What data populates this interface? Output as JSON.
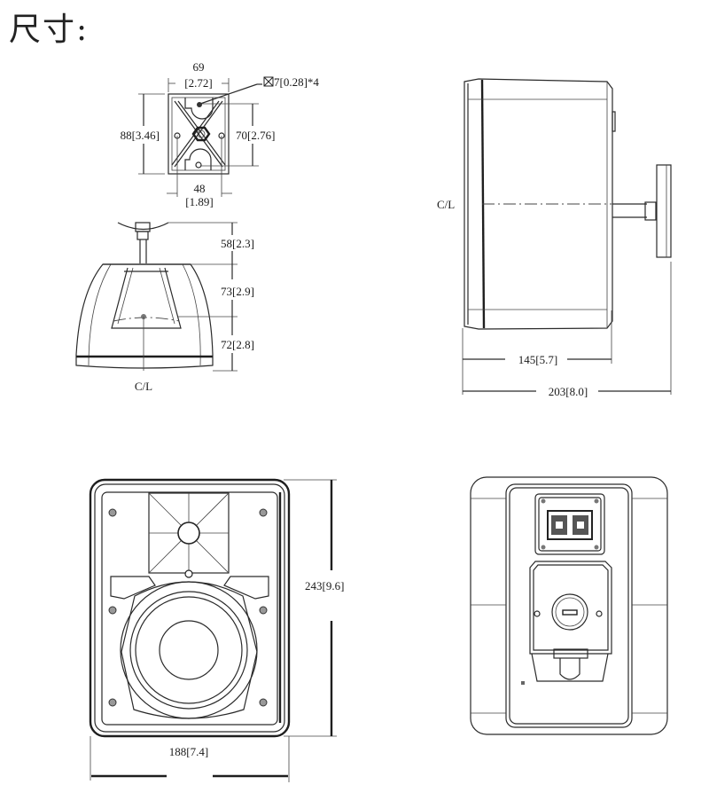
{
  "title": "尺寸:",
  "mounting_plate_view": {
    "width_mm": "69",
    "width_in": "[2.72]",
    "height_label": "88[3.46]",
    "hole_pitch_vertical": "70[2.76]",
    "hole_pitch_horizontal_mm": "48",
    "hole_pitch_horizontal_in": "[1.89]",
    "hole_callout": "7[0.28]*4",
    "hole_callout_icon": "square-hole-icon"
  },
  "top_view": {
    "dim_bracket": "58[2.3]",
    "dim_upper": "73[2.9]",
    "dim_lower": "72[2.8]",
    "centerline": "C/L"
  },
  "side_view": {
    "centerline": "C/L",
    "depth_body": "145[5.7]",
    "depth_total": "203[8.0]"
  },
  "front_view": {
    "height": "243[9.6]",
    "width": "188[7.4]"
  },
  "rear_view": {}
}
